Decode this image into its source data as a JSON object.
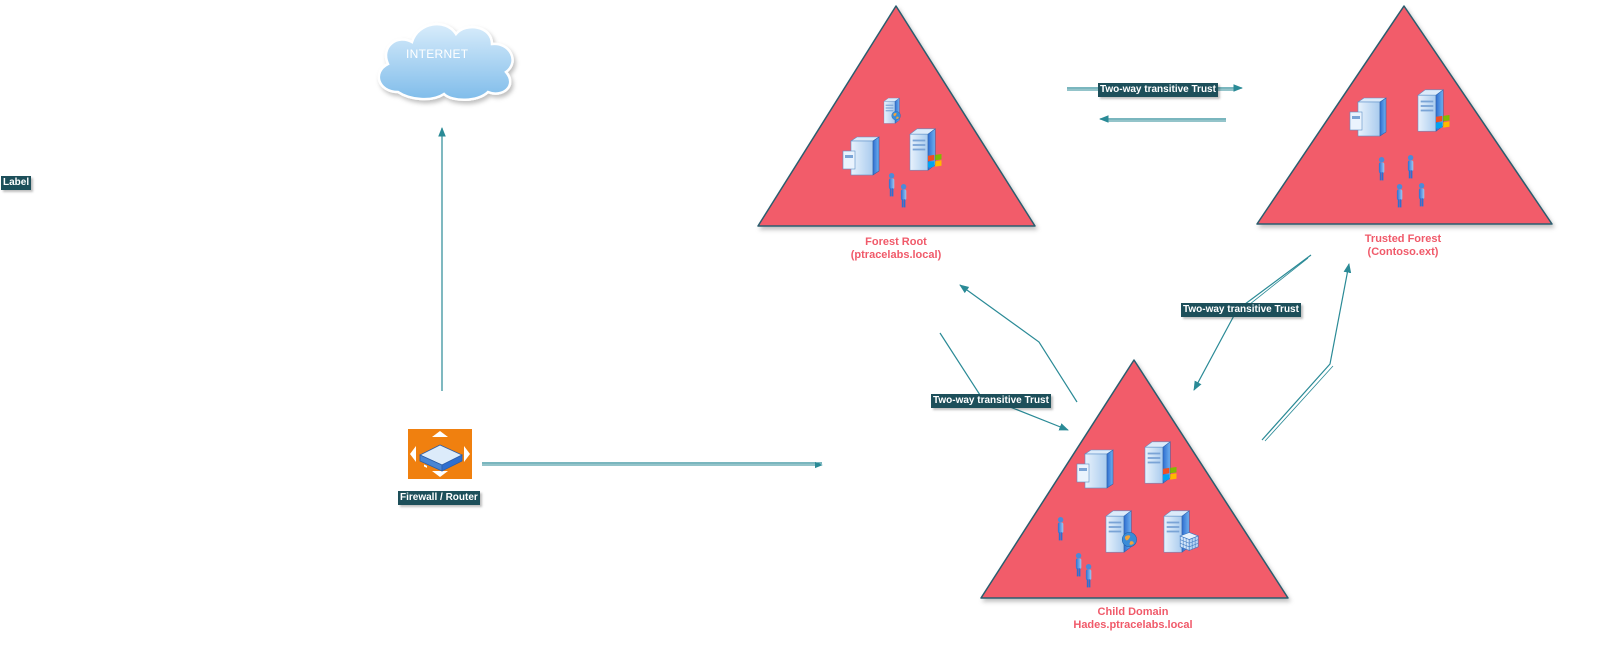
{
  "labels": {
    "generic_label": "Label",
    "internet": "INTERNET",
    "firewall": "Firewall / Router",
    "trust_top": "Two-way transitive Trust",
    "trust_right": "Two-way transitive Trust",
    "trust_left": "Two-way transitive Trust"
  },
  "domains": {
    "forest_root": {
      "line1": "Forest Root",
      "line2": "(ptracelabs.local)"
    },
    "trusted_forest": {
      "line1": "Trusted Forest",
      "line2": "(Contoso.ext)"
    },
    "child_domain": {
      "line1": "Child Domain",
      "line2": "Hades.ptracelabs.local"
    }
  },
  "colors": {
    "triangle_fill": "#f25c6b",
    "triangle_stroke": "#2a5d6e",
    "connector": "#2a8a96",
    "label_bg": "#1d4f5a",
    "domain_text": "#f05a6a",
    "firewall_orange": "#f0800f"
  },
  "icons": [
    "cloud-icon",
    "server-icon",
    "windows-server-icon",
    "web-server-icon",
    "user-icon",
    "database-server-icon",
    "firewall-router-icon"
  ]
}
